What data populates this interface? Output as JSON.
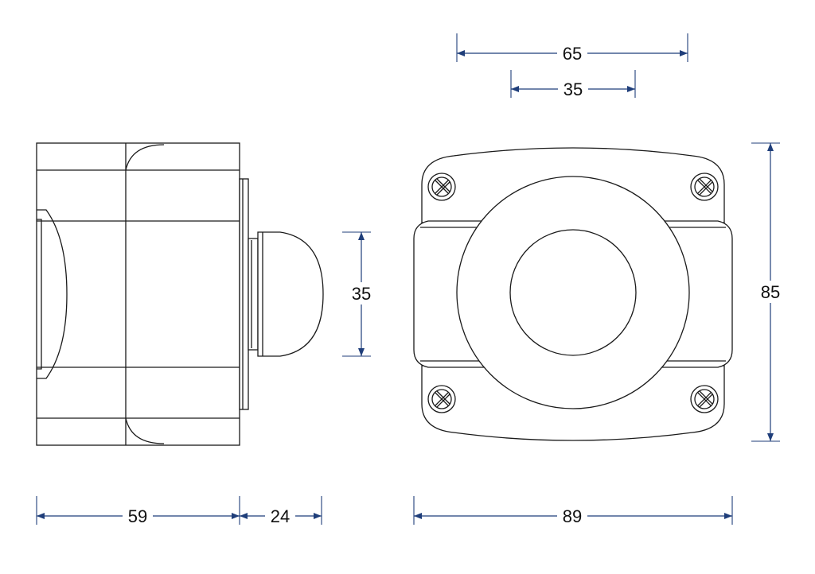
{
  "dimensions": {
    "top_width_outer": "65",
    "top_width_inner": "35",
    "side_button_height": "35",
    "front_height": "85",
    "body_length": "59",
    "button_length": "24",
    "front_width": "89"
  },
  "colors": {
    "outline": "#1a1a1a",
    "dimension_line": "#1f3e7a",
    "background": "#ffffff"
  }
}
